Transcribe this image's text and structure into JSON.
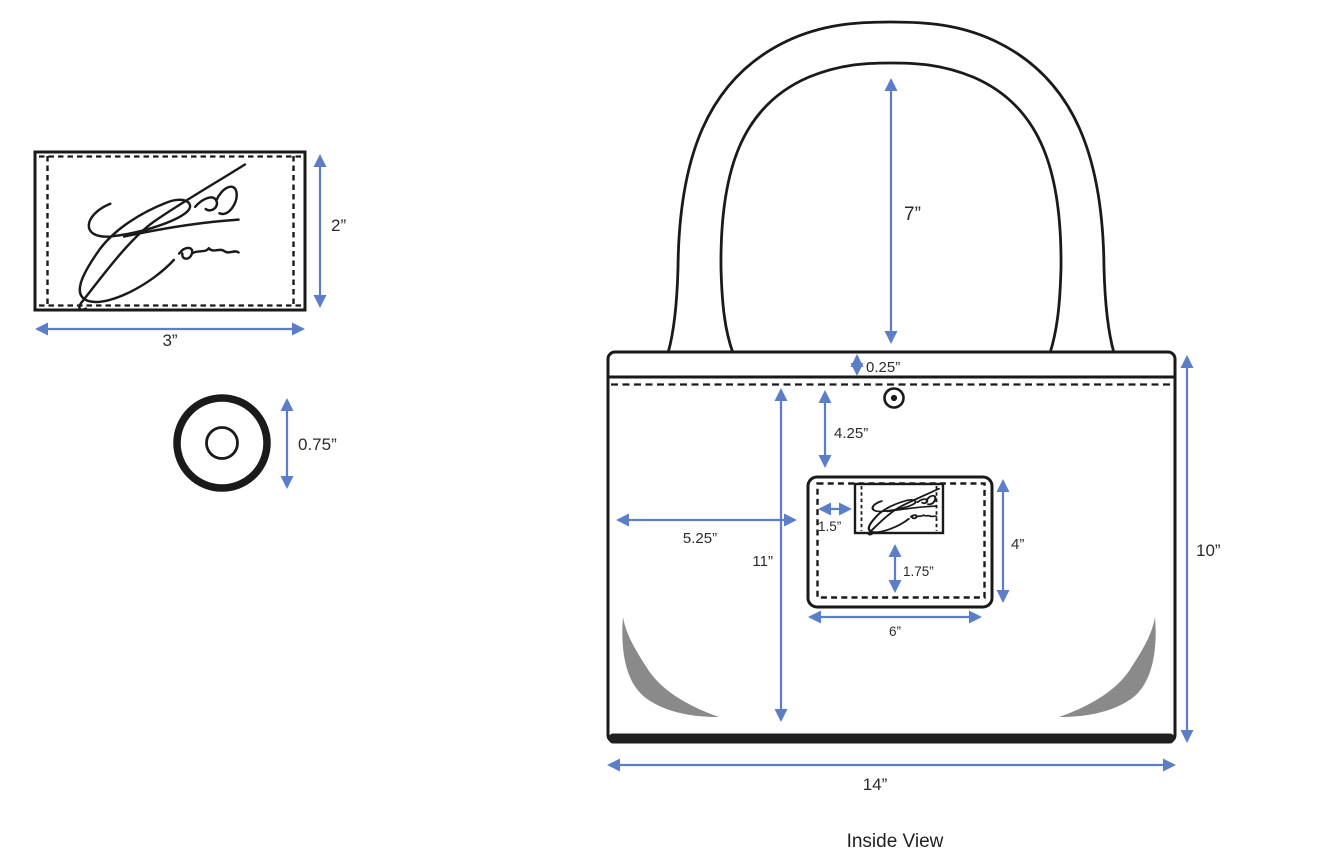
{
  "caption": "Inside View",
  "colors": {
    "dimension_arrow": "#5c7ec9",
    "outline": "#1a1a1a",
    "corner_dart": "#8a8a8a",
    "background": "#ffffff"
  },
  "label_detail": {
    "height": "2”",
    "width": "3”"
  },
  "snap_detail": {
    "diameter": "0.75”"
  },
  "bag": {
    "handle_drop": "7”",
    "band_height": "0.25”",
    "pocket_top_offset": "4.25”",
    "pocket_center_offset": "5.25”",
    "inner_height": "11”",
    "label_left_inset": "1.5”",
    "label_bottom_offset": "1.75”",
    "pocket_height": "4”",
    "pocket_width": "6”",
    "bag_height": "10”",
    "bag_width": "14”"
  }
}
